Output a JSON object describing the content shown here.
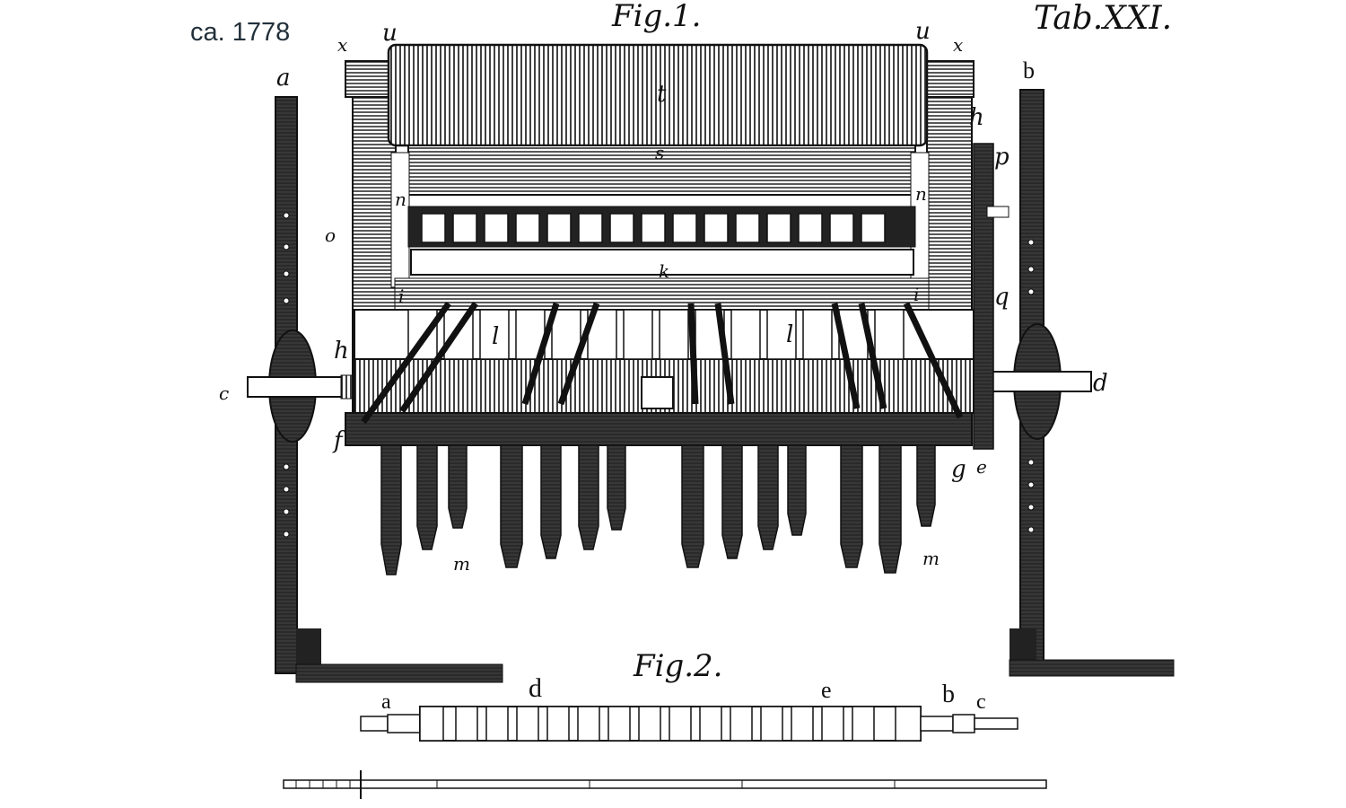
{
  "header": {
    "date": "ca. 1778",
    "fig1_title": "Fig.1.",
    "plate": "Tab.XXI."
  },
  "fig2": {
    "title": "Fig.2.",
    "labels": {
      "a": "a",
      "d": "d",
      "e": "e",
      "b": "b",
      "c": "c"
    }
  },
  "fig1_labels": {
    "x_left": "x",
    "u_left": "u",
    "u_right": "u",
    "x_right": "x",
    "a": "a",
    "b": "b",
    "t": "t",
    "h_right": "h",
    "p": "p",
    "s": "s",
    "n_left": "n",
    "n_right": "n",
    "o": "o",
    "k": "k",
    "i_left": "i",
    "i_right": "i",
    "q": "q",
    "l_left": "l",
    "l_right": "l",
    "h_left": "h",
    "c": "c",
    "d": "d",
    "f": "f",
    "g": "g",
    "e": "e",
    "m_left": "m",
    "m_right": "m"
  },
  "colors": {
    "ink": "#111111",
    "paper": "#ffffff",
    "date_text": "#22303a"
  }
}
